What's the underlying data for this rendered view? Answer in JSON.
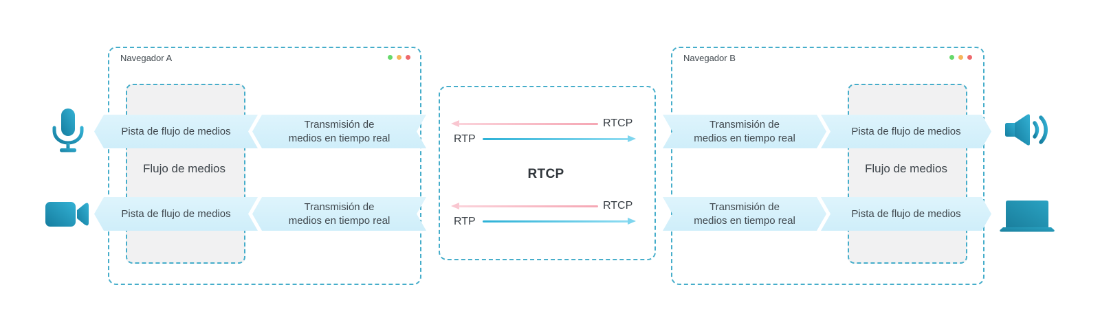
{
  "colors": {
    "accent_teal": "#45adca",
    "chevron_fill": "#d7f0fa",
    "panel_gray": "#f1f1f2",
    "arrow_pink": "#f5a7b4",
    "arrow_teal": "#2cb1d6",
    "icon_teal": "#1f8fb0",
    "window_dot_green": "#66d96b",
    "window_dot_orange": "#f6b65b",
    "window_dot_red": "#ee686c",
    "text": "#3e464c"
  },
  "browser_a": {
    "title": "Navegador A",
    "media_stream_label": "Flujo de medios",
    "rows": [
      {
        "track_label": "Pista de flujo de medios",
        "transmission_line1": "Transmisión de",
        "transmission_line2": "medios en tiempo real"
      },
      {
        "track_label": "Pista de flujo de medios",
        "transmission_line1": "Transmisión de",
        "transmission_line2": "medios en tiempo real"
      }
    ]
  },
  "browser_b": {
    "title": "Navegador B",
    "media_stream_label": "Flujo de medios",
    "rows": [
      {
        "transmission_line1": "Transmisión de",
        "transmission_line2": "medios en tiempo real",
        "track_label": "Pista de flujo de medios"
      },
      {
        "transmission_line1": "Transmisión de",
        "transmission_line2": "medios en tiempo real",
        "track_label": "Pista de flujo de medios"
      }
    ]
  },
  "network": {
    "center_label": "RTCP",
    "flows": [
      {
        "rtcp_label": "RTCP",
        "rtp_label": "RTP"
      },
      {
        "rtcp_label": "RTCP",
        "rtp_label": "RTP"
      }
    ]
  },
  "devices": {
    "left_top": "microphone-icon",
    "left_bottom": "video-camera-icon",
    "right_top": "speaker-icon",
    "right_bottom": "laptop-icon"
  }
}
